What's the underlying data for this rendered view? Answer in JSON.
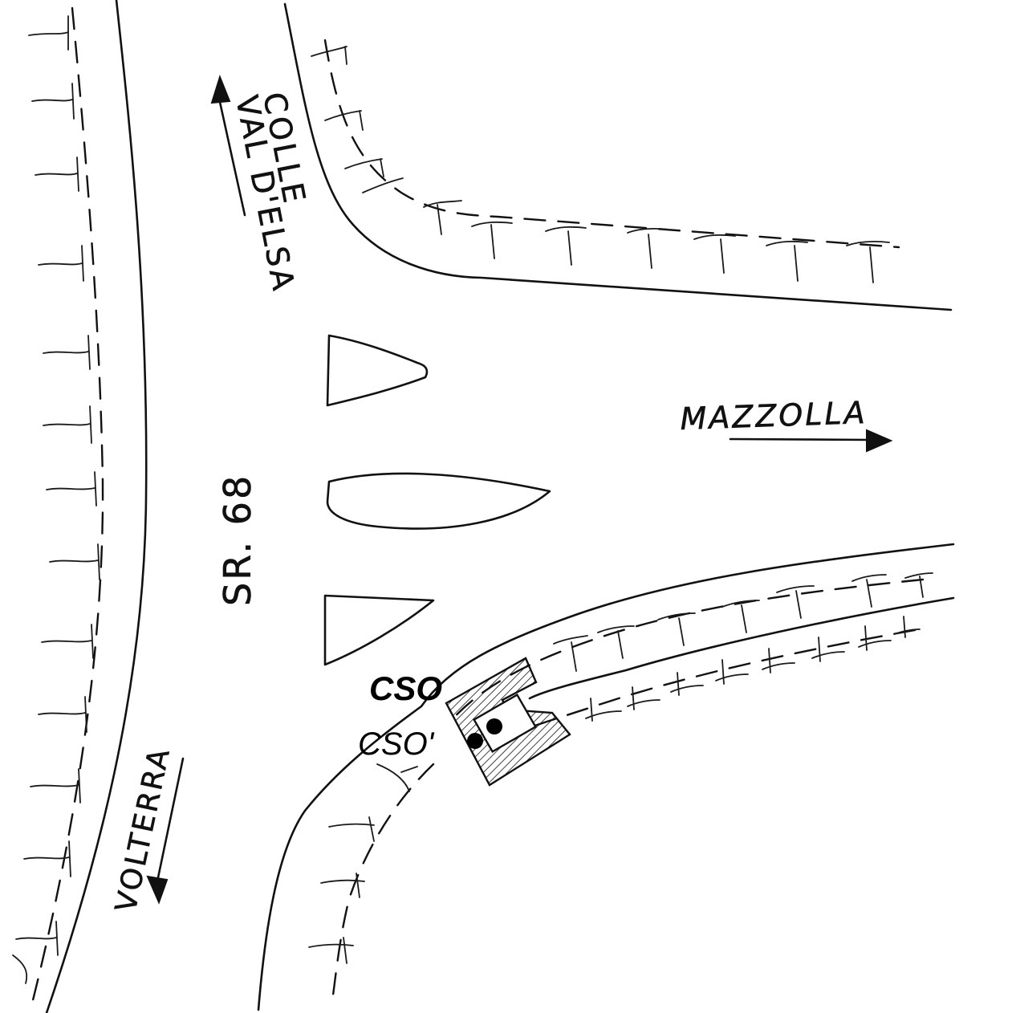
{
  "labels": {
    "colle": "COLLE",
    "val_delsa": "VAL D'ELSA",
    "mazzolla": "MAZZOLLA",
    "road": "SR. 68",
    "volterra": "VOLTERRA",
    "cso": "CSO",
    "cso_prime": "CSO'"
  },
  "colors": {
    "ink": "#111111",
    "paper": "#ffffff"
  }
}
